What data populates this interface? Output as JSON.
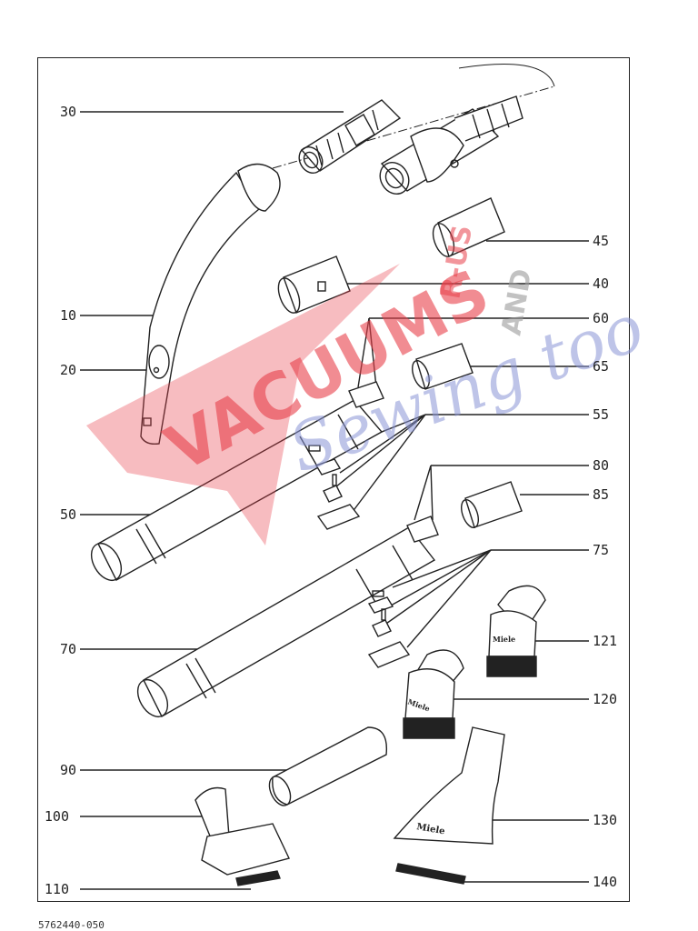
{
  "labels_left": [
    "30",
    "10",
    "20",
    "50",
    "70",
    "90",
    "100",
    "110"
  ],
  "labels_right": [
    "45",
    "40",
    "60",
    "65",
    "55",
    "80",
    "85",
    "75",
    "121",
    "120",
    "130",
    "140"
  ],
  "doc_code": "5762440-050",
  "watermark": {
    "word1": "VACUUMS",
    "word2": "R-US",
    "word3": "AND",
    "word4": "Sewing too"
  },
  "brand_marks": [
    "Miele",
    "Miele",
    "Miele"
  ],
  "colors": {
    "line": "#222222",
    "watermark_red": "#e8404a",
    "watermark_blue": "#8a95d6",
    "watermark_gray": "#9a9a9a"
  }
}
